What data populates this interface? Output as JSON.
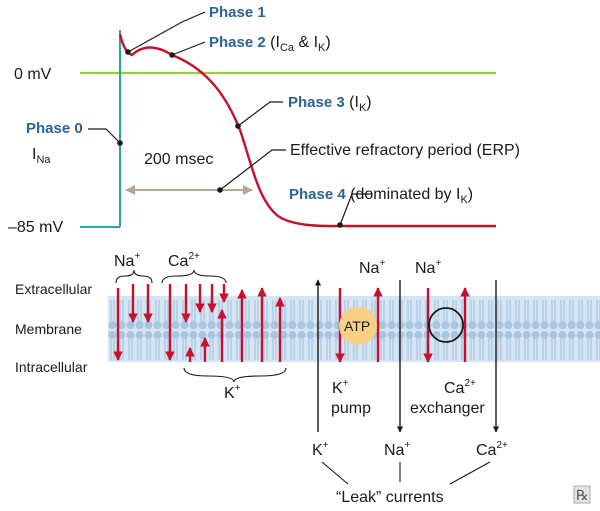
{
  "graph": {
    "zero_mv_label": "0 mV",
    "neg85_mv_label": "–85 mV",
    "phase0_label": "Phase 0",
    "phase0_current": "I",
    "phase0_current_sub": "Na",
    "phase1_label": "Phase 1",
    "phase2_label": "Phase 2",
    "phase2_paren_open": " (I",
    "phase2_ca_sub": "Ca",
    "phase2_amp": " & I",
    "phase2_k_sub": "K",
    "phase2_paren_close": ")",
    "phase3_label": "Phase 3",
    "phase3_paren_open": " (I",
    "phase3_k_sub": "K",
    "phase3_paren_close": ")",
    "phase4_label": "Phase 4",
    "phase4_text": " (dominated by I",
    "phase4_k_sub": "K",
    "phase4_paren_close": ")",
    "time_label": "200 msec",
    "erp_label": "Effective refractory period (ERP)"
  },
  "membrane": {
    "extracellular_label": "Extracellular",
    "membrane_label": "Membrane",
    "intracellular_label": "Intracellular",
    "na_label": "Na",
    "na_sup": "+",
    "ca_label": "Ca",
    "ca_sup": "2+",
    "k_label": "K",
    "k_sup": "+",
    "atp_label": "ATP",
    "pump_na_label": "Na",
    "pump_na_sup": "+",
    "pump_k_label": "K",
    "pump_k_sup": "+",
    "pump_label": "pump",
    "exch_na_label": "Na",
    "exch_na_sup": "+",
    "exch_ca_label": "Ca",
    "exch_ca_sup": "2+",
    "exchanger_label": "exchanger",
    "leak_k_label": "K",
    "leak_k_sup": "+",
    "leak_na_label": "Na",
    "leak_na_sup": "+",
    "leak_ca_label": "Ca",
    "leak_ca_sup": "2+",
    "leak_currents_label": "“Leak” currents",
    "rx_symbol": "℞"
  },
  "colors": {
    "potential_curve": "#c8102e",
    "phase_labels": "#2a6496",
    "axis_line": "#2aa6a0",
    "zero_line": "#9cc84a",
    "timebar": "#b8a78a",
    "membrane": "#b8d0e8",
    "ion_arrows": "#c8102e",
    "atp_fill": "#f7cf86"
  }
}
